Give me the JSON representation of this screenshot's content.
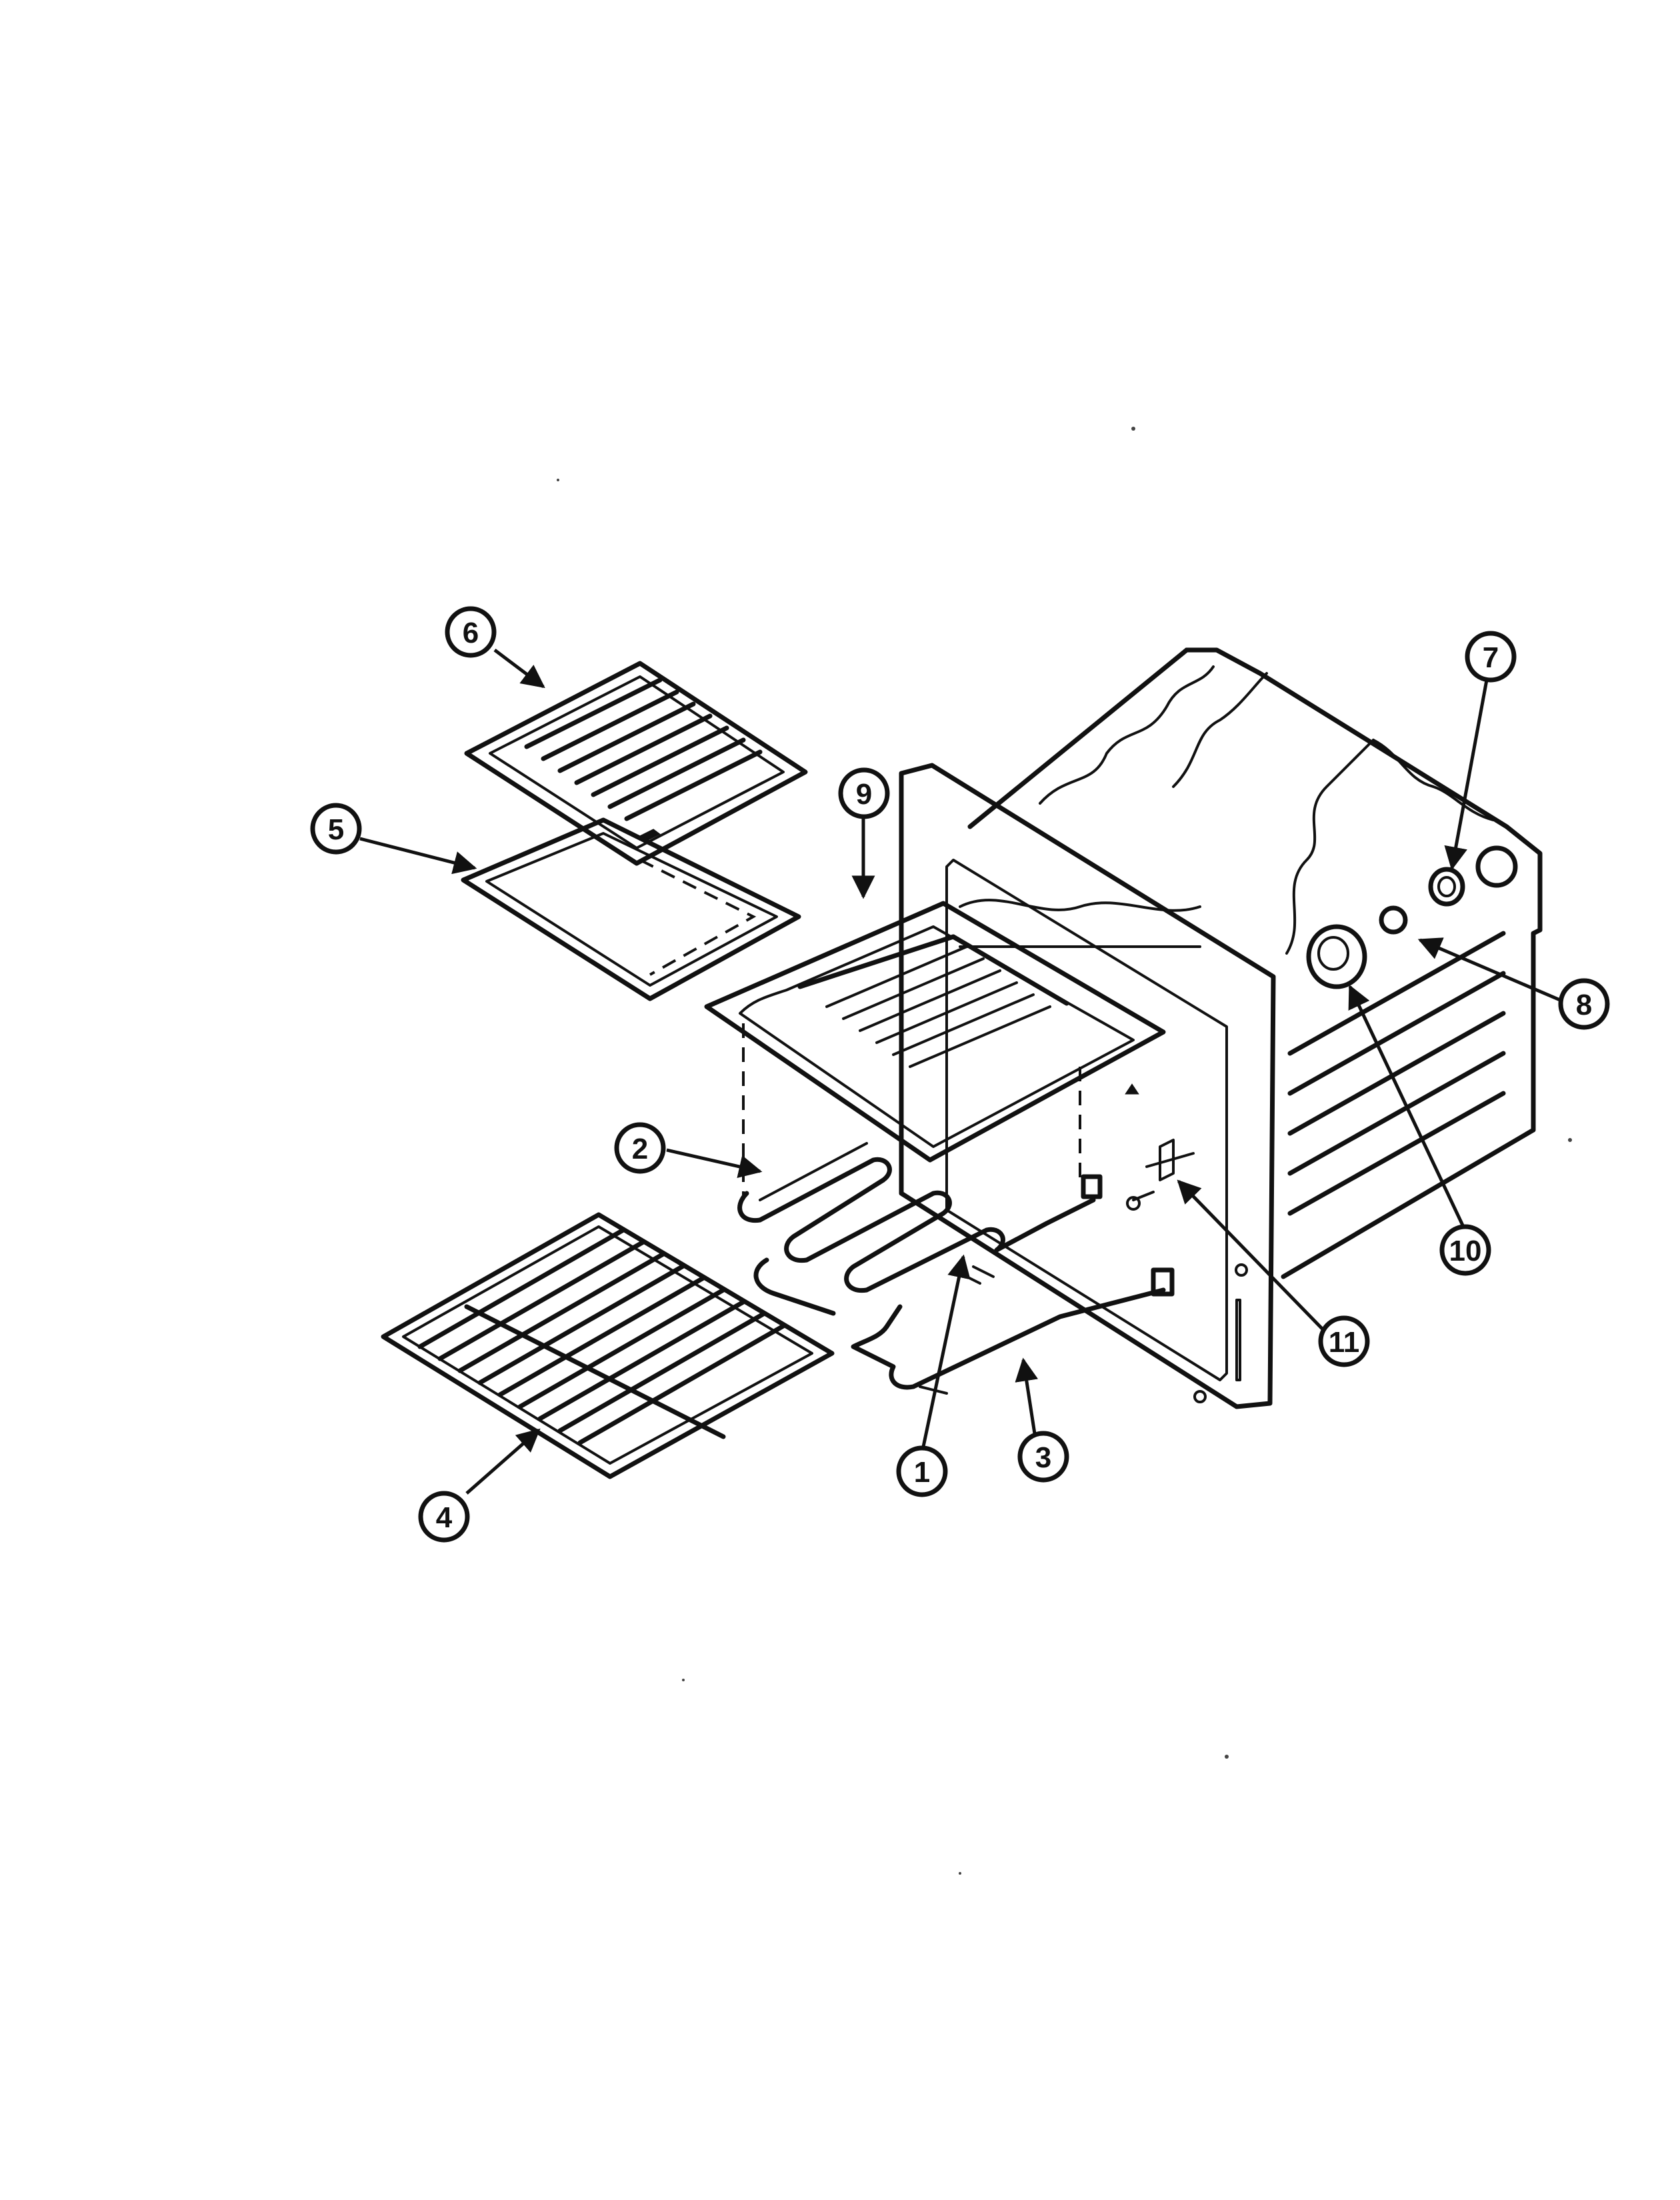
{
  "callouts": [
    {
      "id": "1",
      "label": "1"
    },
    {
      "id": "2",
      "label": "2"
    },
    {
      "id": "3",
      "label": "3"
    },
    {
      "id": "4",
      "label": "4"
    },
    {
      "id": "5",
      "label": "5"
    },
    {
      "id": "6",
      "label": "6"
    },
    {
      "id": "7",
      "label": "7"
    },
    {
      "id": "8",
      "label": "8"
    },
    {
      "id": "9",
      "label": "9"
    },
    {
      "id": "10",
      "label": "10"
    },
    {
      "id": "11",
      "label": "11"
    }
  ],
  "icons": {
    "arrow": "arrowhead",
    "callout": "circled-number"
  }
}
